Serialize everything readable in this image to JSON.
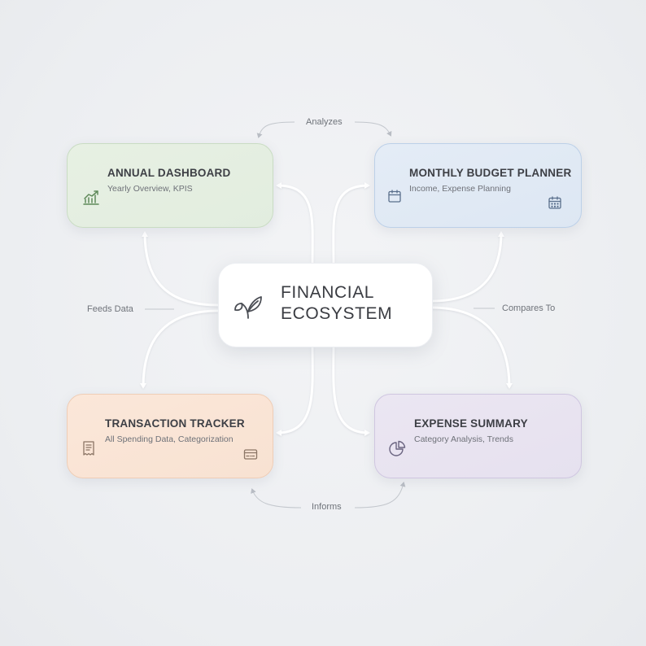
{
  "center": {
    "title_line1": "FINANCIAL",
    "title_line2": "ECOSYSTEM",
    "icon": "leaf-icon"
  },
  "nodes": {
    "annual": {
      "title": "ANNUAL DASHBOARD",
      "subtitle": "Yearly Overview, KPIS",
      "icon": "trending-chart-icon",
      "color": "#e6efe2"
    },
    "monthly": {
      "title": "MONTHLY BUDGET PLANNER",
      "subtitle": "Income, Expense Planning",
      "icons": [
        "calendar-icon",
        "calendar-grid-icon"
      ],
      "color": "#e2eaf5"
    },
    "transaction": {
      "title": "TRANSACTION TRACKER",
      "subtitle": "All Spending Data, Categorization",
      "icons": [
        "receipt-icon",
        "credit-card-icon"
      ],
      "color": "#fae5d6"
    },
    "expense": {
      "title": "EXPENSE SUMMARY",
      "subtitle": "Category Analysis, Trends",
      "icon": "pie-chart-icon",
      "color": "#e9e4f1"
    }
  },
  "edge_labels": {
    "top": "Analyzes",
    "left": "Feeds Data",
    "right": "Compares To",
    "bottom": "Informs"
  },
  "colors": {
    "background": "#eceef1",
    "connector": "#ffffff",
    "text": "#3d3f45"
  }
}
